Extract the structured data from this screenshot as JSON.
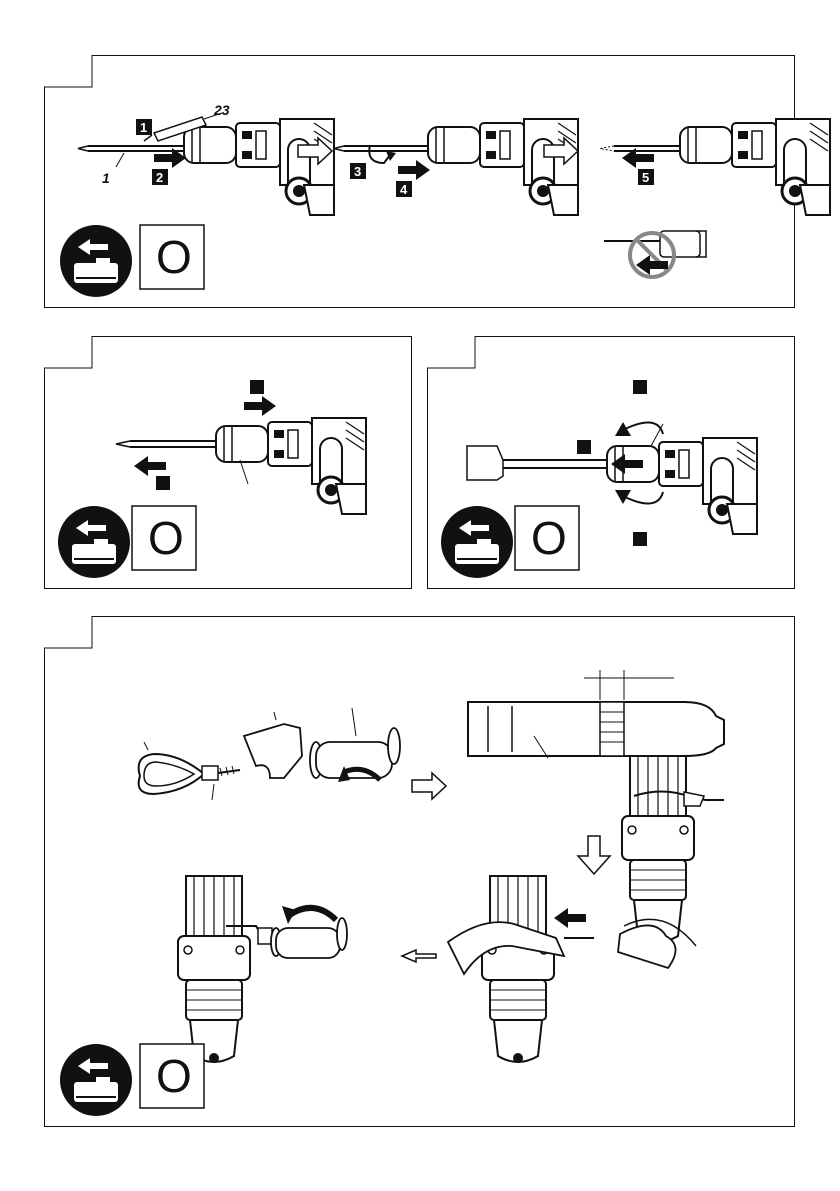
{
  "figure1": {
    "callouts": {
      "bit": "1",
      "grease": "23"
    },
    "steps": [
      "1",
      "2",
      "3",
      "4",
      "5"
    ],
    "symbol": "O",
    "icons": [
      "battery-removal-icon",
      "do-not-pull-icon"
    ]
  },
  "figure2": {
    "symbol": "O",
    "icons": [
      "battery-removal-icon"
    ]
  },
  "figure3": {
    "symbol": "O",
    "icons": [
      "battery-removal-icon"
    ]
  },
  "figure4": {
    "symbol": "O",
    "icons": [
      "battery-removal-icon"
    ]
  }
}
